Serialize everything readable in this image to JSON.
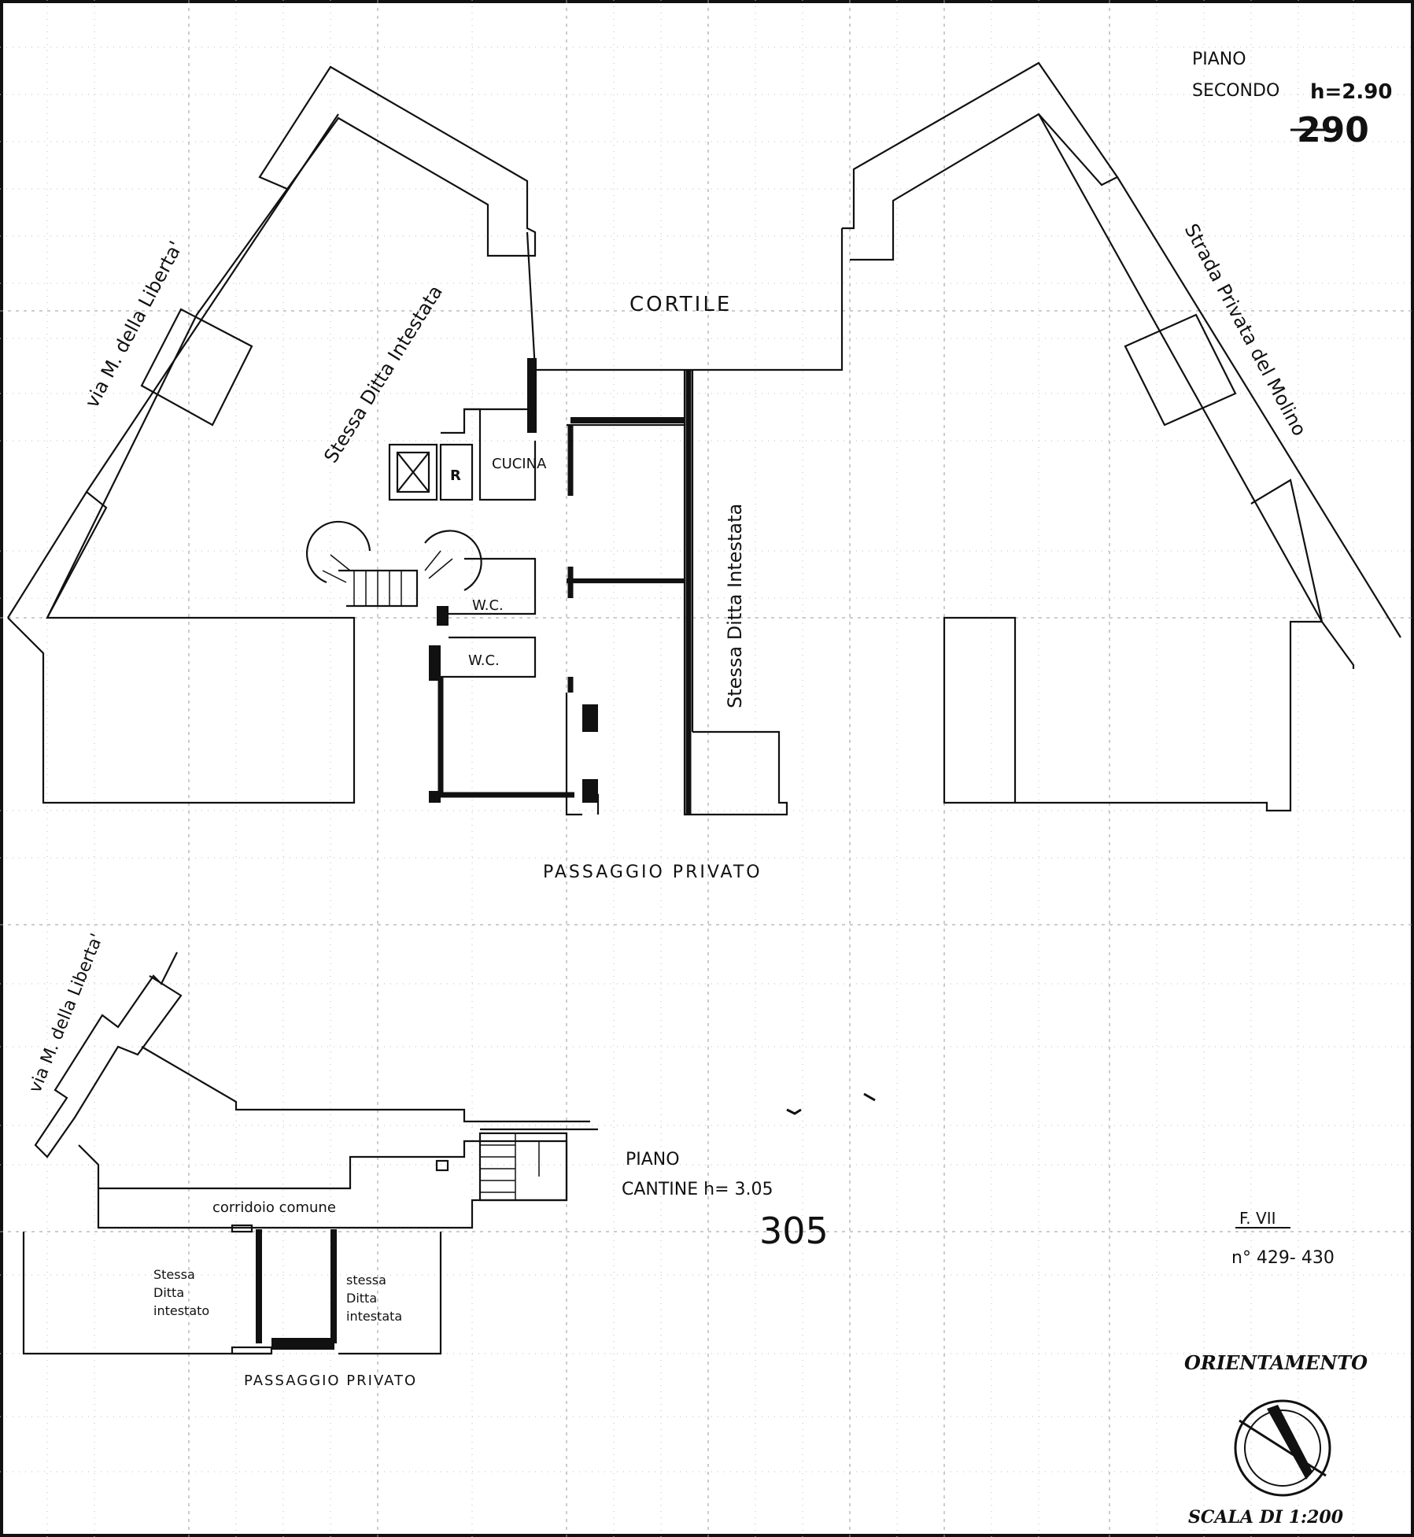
{
  "sheet": {
    "floor_second": {
      "line1": "PIANO",
      "line2": "SECONDO",
      "height_typed": "h=2.90",
      "height_hand": "290"
    },
    "labels": {
      "cortile": "CORTILE",
      "cucina": "CUCINA",
      "r": "R",
      "wc1": "W.C.",
      "wc2": "W.C.",
      "passaggio_top": "PASSAGGIO PRIVATO",
      "via_top": "via M. della Liberta'",
      "stessa_left": "Stessa Ditta Intestata",
      "stessa_center": "Stessa Ditta Intestata",
      "strada_right": "Strada Privata del Molino"
    },
    "floor_cantine": {
      "line1": "PIANO",
      "line2": "CANTINE h= 3.05",
      "height_hand": "305"
    },
    "cantine_labels": {
      "via": "via M. della Liberta'",
      "corridoio": "corridoio comune",
      "stessa_a_1": "Stessa",
      "stessa_a_2": "Ditta",
      "stessa_a_3": "intestato",
      "stessa_b_1": "stessa",
      "stessa_b_2": "Ditta",
      "stessa_b_3": "intestata",
      "passaggio": "PASSAGGIO PRIVATO"
    },
    "reference": {
      "foglio": "F. VII",
      "numeri": "n° 429- 430"
    },
    "orientation_title": "ORIENTAMENTO",
    "scale": "SCALA DI 1:200"
  }
}
